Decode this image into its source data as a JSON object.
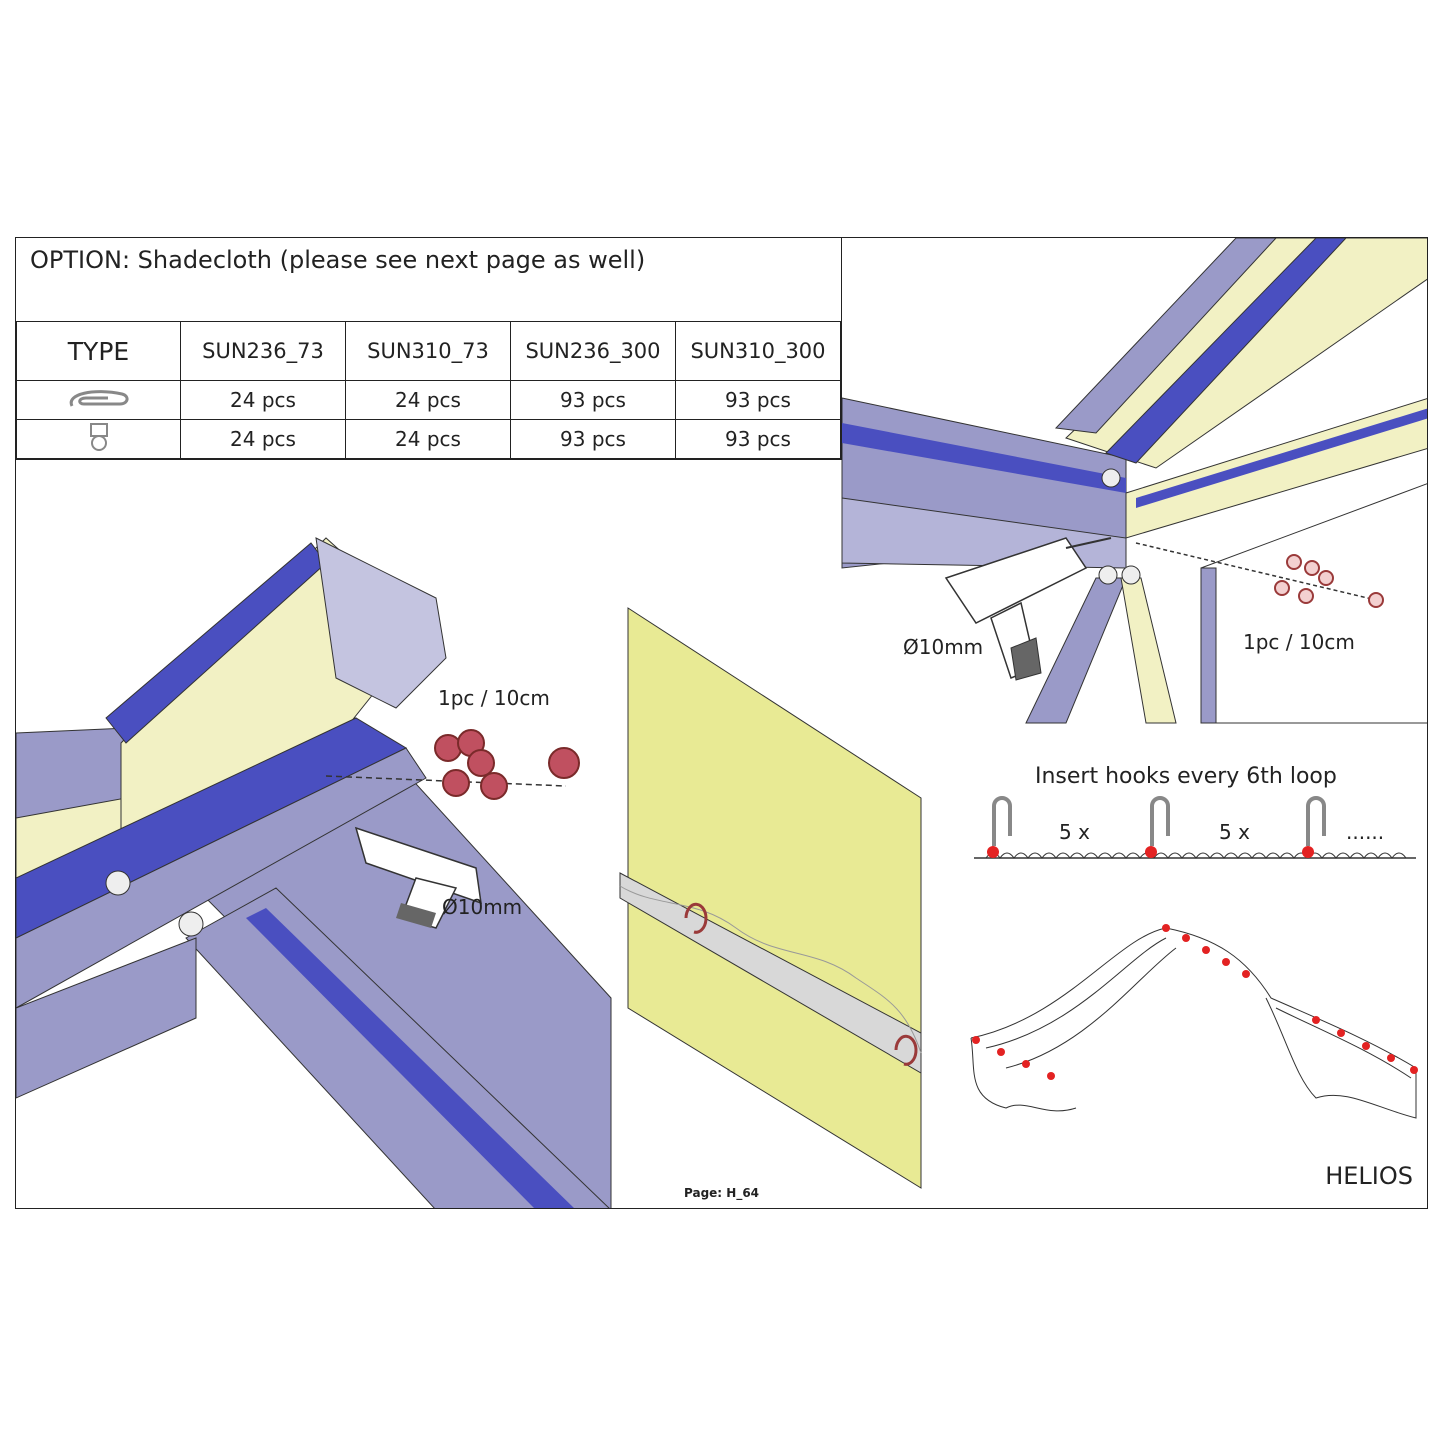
{
  "header": {
    "title": "OPTION: Shadecloth (please see next page as well)"
  },
  "parts_table": {
    "type_header": "TYPE",
    "columns": [
      "SUN236_73",
      "SUN310_73",
      "SUN236_300",
      "SUN310_300"
    ],
    "rows": [
      {
        "icon": "hook-icon",
        "values": [
          "24 pcs",
          "24 pcs",
          "93 pcs",
          "93 pcs"
        ]
      },
      {
        "icon": "eyelet-clip-icon",
        "values": [
          "24 pcs",
          "24 pcs",
          "93 pcs",
          "93 pcs"
        ]
      }
    ]
  },
  "labels": {
    "left_spacing": "1pc / 10cm",
    "left_drill": "Ø10mm",
    "right_drill": "Ø10mm",
    "right_spacing": "1pc / 10cm",
    "insert_hooks": "Insert hooks every 6th loop",
    "repeat_1": "5 x",
    "repeat_2": "5 x",
    "ellipsis": "......"
  },
  "footer": {
    "page_number": "Page: H_64",
    "brand": "HELIOS"
  },
  "colors": {
    "frame_blue": "#4a4fc0",
    "frame_grey": "#9a9ac8",
    "panel_cream": "#f2f1c4",
    "shade_yellow": "#e8ea94",
    "clip_red": "#9a3a3a",
    "marker_red": "#e32222"
  }
}
